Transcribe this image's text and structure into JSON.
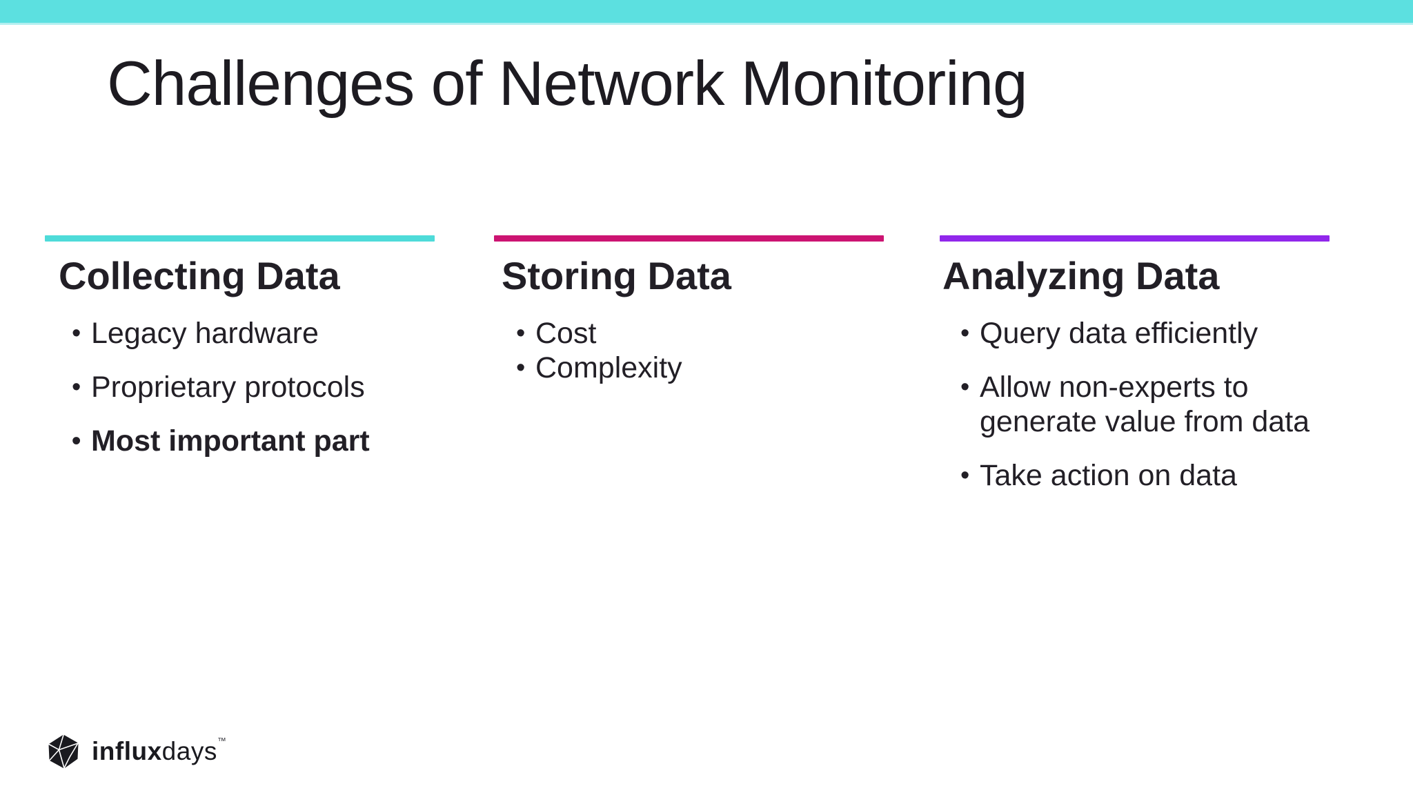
{
  "slide": {
    "title": "Challenges of Network Monitoring",
    "background_color": "#ffffff",
    "top_band_color": "#5ce0e0",
    "text_color": "#221f26"
  },
  "columns": [
    {
      "heading": "Collecting Data",
      "accent_color": "#4edbd9",
      "bullets": [
        {
          "text": "Legacy hardware",
          "bold": false
        },
        {
          "text": "Proprietary protocols",
          "bold": false
        },
        {
          "text": "Most important part",
          "bold": true
        }
      ]
    },
    {
      "heading": "Storing Data",
      "accent_color": "#cc1472",
      "bullets": [
        {
          "text": "Cost",
          "bold": false
        },
        {
          "text": "Complexity",
          "bold": false
        }
      ]
    },
    {
      "heading": "Analyzing Data",
      "accent_color": "#9127eb",
      "bullets": [
        {
          "text": "Query data efficiently",
          "bold": false
        },
        {
          "text": "Allow non-experts to generate value from data",
          "bold": false
        },
        {
          "text": "Take action on data",
          "bold": false
        }
      ]
    }
  ],
  "footer": {
    "logo_bold": "influx",
    "logo_regular": "days",
    "trademark": "™",
    "logo_color": "#1a1a1f"
  }
}
